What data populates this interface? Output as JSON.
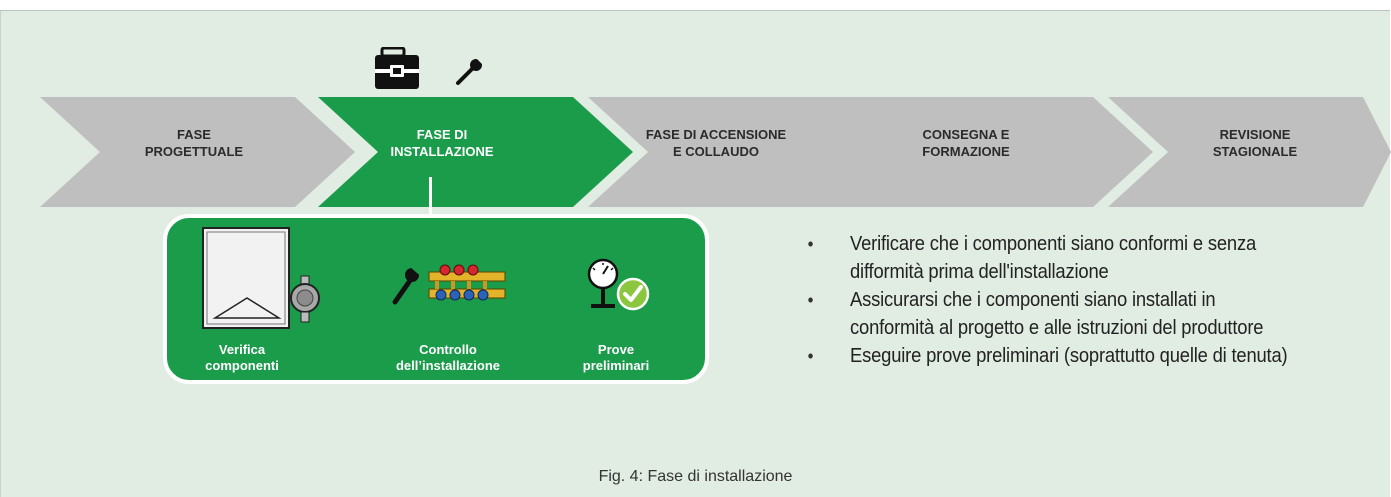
{
  "steps": [
    {
      "line1": "FASE",
      "line2": "PROGETTUALE",
      "active": false
    },
    {
      "line1": "FASE DI",
      "line2": "INSTALLAZIONE",
      "active": true
    },
    {
      "line1": "FASE DI ACCENSIONE",
      "line2": "E COLLAUDO",
      "active": false
    },
    {
      "line1": "CONSEGNA E",
      "line2": "FORMAZIONE",
      "active": false
    },
    {
      "line1": "REVISIONE",
      "line2": "STAGIONALE",
      "active": false
    }
  ],
  "tools_icons": [
    "toolbox-icon",
    "wrench-icon"
  ],
  "panel": {
    "items": [
      {
        "icon": "boiler-component-icon",
        "line1": "Verifica",
        "line2": "componenti"
      },
      {
        "icon": "manifold-wrench-icon",
        "line1": "Controllo",
        "line2": "dell’installazione"
      },
      {
        "icon": "pressure-gauge-check-icon",
        "line1": "Prove",
        "line2": "preliminari"
      }
    ]
  },
  "bullets": [
    {
      "line1": "Verificare che i componenti siano conformi e senza",
      "line2": "difformità prima dell'installazione"
    },
    {
      "line1": "Assicurarsi che i componenti siano installati in",
      "line2": "conformità al progetto e alle istruzioni del produttore"
    },
    {
      "line1": "Eseguire prove preliminari (soprattutto quelle di tenuta)",
      "line2": ""
    }
  ],
  "caption": "Fig. 4: Fase di installazione",
  "colors": {
    "background": "#e1ece2",
    "active": "#1b9c4b",
    "inactive": "#bfbfbf",
    "check": "#8cc63f"
  }
}
